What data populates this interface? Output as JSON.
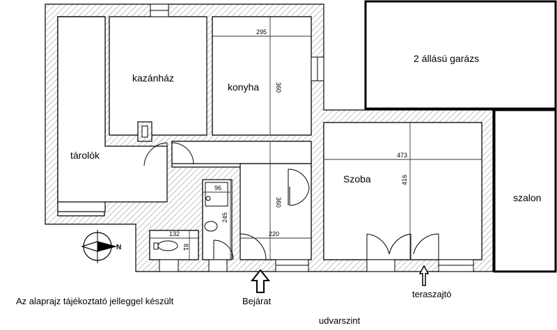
{
  "rooms": {
    "kazanhaz": "kazánház",
    "konyha": "konyha",
    "tarolok": "tárolók",
    "szoba": "Szoba",
    "garazs": "2 állású garázs",
    "szalon": "szalon"
  },
  "dimensions": {
    "konyha_width": "295",
    "konyha_height": "360",
    "hall_height": "360",
    "hall_width": "220",
    "szoba_width": "473",
    "szoba_height": "416",
    "bath_width": "96",
    "bath_height": "245",
    "wc_width": "132",
    "wc_height": "81"
  },
  "labels": {
    "bejarat": "Bejárat",
    "teraszajto": "teraszajtó",
    "udvarszint": "udvarszint",
    "note": "Az alaprajz tájékoztató jelleggel készült",
    "north": "N"
  },
  "colors": {
    "wall_hatch": "#9a9a9a",
    "line": "#000000",
    "dim_line": "#333333"
  }
}
